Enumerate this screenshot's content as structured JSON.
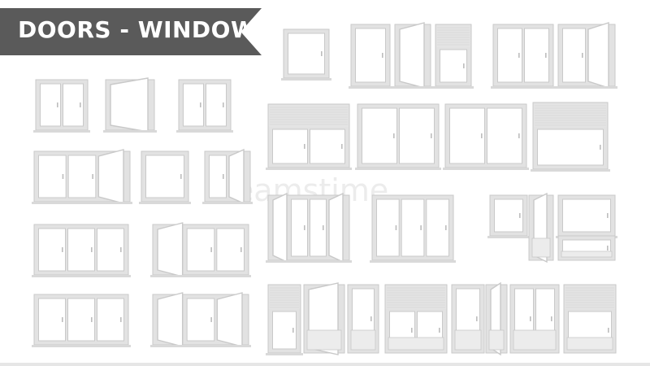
{
  "title": "DOORS - WINDOWS",
  "watermark": "dreamstime",
  "colors": {
    "banner": "#5a5a5a",
    "frame": "#e2e2e2",
    "frame_stroke": "#c9c9c9",
    "glass": "#ffffff",
    "blind": "#e4e4e4",
    "sill": "#d9d9d9"
  },
  "items": [
    {
      "kind": "window",
      "panes": 1,
      "open": [],
      "blind": false
    },
    {
      "kind": "window",
      "panes": 1,
      "open": [],
      "blind": false
    },
    {
      "kind": "window",
      "panes": 1,
      "open": [
        0
      ],
      "blind": false
    },
    {
      "kind": "window",
      "panes": 1,
      "open": [],
      "blind": true
    },
    {
      "kind": "window",
      "panes": 2,
      "open": [],
      "blind": false
    },
    {
      "kind": "window",
      "panes": 2,
      "open": [
        1
      ],
      "blind": false
    },
    {
      "kind": "window",
      "panes": 2,
      "open": [],
      "blind": false
    },
    {
      "kind": "window",
      "panes": 1,
      "open": [
        0
      ],
      "blind": false
    },
    {
      "kind": "window",
      "panes": 2,
      "open": [],
      "blind": false
    },
    {
      "kind": "window",
      "panes": 3,
      "open": [
        2
      ],
      "blind": false
    },
    {
      "kind": "window",
      "panes": 1,
      "open": [],
      "blind": false
    },
    {
      "kind": "window",
      "panes": 2,
      "open": [
        1
      ],
      "blind": false
    },
    {
      "kind": "window",
      "panes": 2,
      "open": [],
      "blind": true
    },
    {
      "kind": "window",
      "panes": 2,
      "open": [],
      "blind": false
    },
    {
      "kind": "window",
      "panes": 2,
      "open": [],
      "blind": false
    },
    {
      "kind": "window",
      "panes": 1,
      "open": [],
      "blind": true
    },
    {
      "kind": "window",
      "panes": 3,
      "open": [],
      "blind": false
    },
    {
      "kind": "window",
      "panes": 3,
      "open": [
        0
      ],
      "blind": false
    },
    {
      "kind": "window",
      "panes": 4,
      "open": [
        0,
        3
      ],
      "blind": false
    },
    {
      "kind": "window",
      "panes": 3,
      "open": [],
      "blind": false
    },
    {
      "kind": "window",
      "panes": 1,
      "open": [],
      "blind": false
    },
    {
      "kind": "door",
      "panes": 1,
      "open": [
        0
      ],
      "blind": false
    },
    {
      "kind": "window",
      "panes": 1,
      "open": [],
      "blind": false
    },
    {
      "kind": "door",
      "panes": 1,
      "open": [],
      "blind": false
    },
    {
      "kind": "window",
      "panes": 3,
      "open": [],
      "blind": false
    },
    {
      "kind": "window",
      "panes": 3,
      "open": [
        0,
        2
      ],
      "blind": false
    },
    {
      "kind": "window",
      "panes": 1,
      "open": [],
      "blind": true
    },
    {
      "kind": "door",
      "panes": 1,
      "open": [
        0
      ],
      "blind": false
    },
    {
      "kind": "door",
      "panes": 1,
      "open": [],
      "blind": false
    },
    {
      "kind": "door",
      "panes": 2,
      "open": [],
      "blind": true
    },
    {
      "kind": "door",
      "panes": 1,
      "open": [],
      "blind": false
    },
    {
      "kind": "door",
      "panes": 1,
      "open": [
        0
      ],
      "blind": false
    },
    {
      "kind": "door",
      "panes": 2,
      "open": [],
      "blind": false
    },
    {
      "kind": "door",
      "panes": 1,
      "open": [],
      "blind": true
    }
  ]
}
